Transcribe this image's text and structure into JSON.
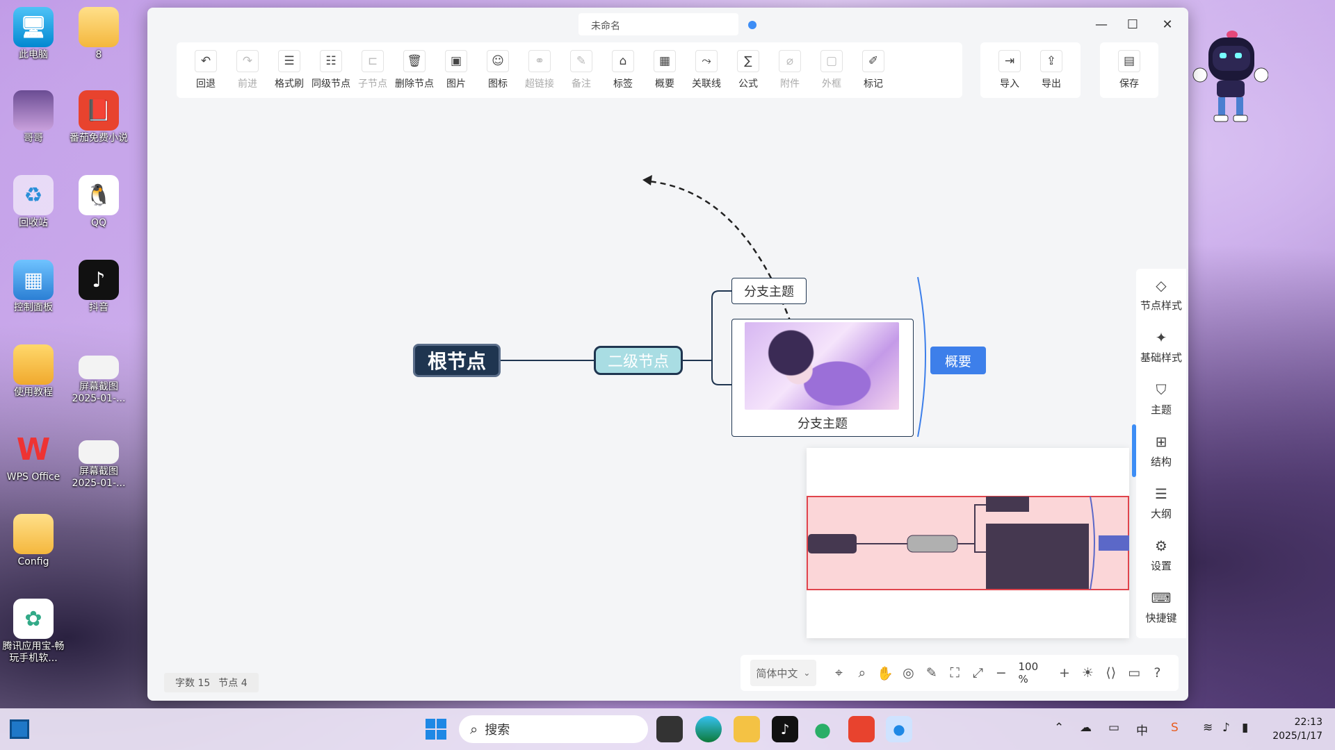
{
  "desktop": {
    "icons": [
      {
        "label": "此电脑"
      },
      {
        "label": "8"
      },
      {
        "label": "哥哥"
      },
      {
        "label": "番茄免费小说"
      },
      {
        "label": "回收站"
      },
      {
        "label": "QQ"
      },
      {
        "label": "控制面板"
      },
      {
        "label": "抖音"
      },
      {
        "label": "使用教程"
      },
      {
        "label": "屏幕截图 2025-01-..."
      },
      {
        "label": "WPS Office"
      },
      {
        "label": "屏幕截图 2025-01-..."
      },
      {
        "label": "Config"
      },
      {
        "label": "腾讯应用宝-畅玩手机软..."
      }
    ]
  },
  "window": {
    "title": "未命名",
    "controls": {
      "minimize": "—",
      "maximize": "☐",
      "close": "✕"
    }
  },
  "toolbar": {
    "edit": [
      {
        "label": "回退",
        "icon": "undo-icon",
        "glyph": "↶",
        "disabled": false
      },
      {
        "label": "前进",
        "icon": "redo-icon",
        "glyph": "↷",
        "disabled": true
      },
      {
        "label": "格式刷",
        "icon": "format-painter-icon",
        "glyph": "☰",
        "disabled": false
      },
      {
        "label": "同级节点",
        "icon": "sibling-node-icon",
        "glyph": "☷",
        "disabled": false
      },
      {
        "label": "子节点",
        "icon": "child-node-icon",
        "glyph": "⊏",
        "disabled": true
      },
      {
        "label": "删除节点",
        "icon": "delete-icon",
        "glyph": "🗑",
        "disabled": false
      },
      {
        "label": "图片",
        "icon": "image-icon",
        "glyph": "▣",
        "disabled": false
      },
      {
        "label": "图标",
        "icon": "emoji-icon",
        "glyph": "☺",
        "disabled": false
      },
      {
        "label": "超链接",
        "icon": "link-icon",
        "glyph": "⚭",
        "disabled": true
      },
      {
        "label": "备注",
        "icon": "note-icon",
        "glyph": "✎",
        "disabled": true
      },
      {
        "label": "标签",
        "icon": "tag-icon",
        "glyph": "⌂",
        "disabled": false
      },
      {
        "label": "概要",
        "icon": "summary-icon",
        "glyph": "▦",
        "disabled": false
      },
      {
        "label": "关联线",
        "icon": "association-line-icon",
        "glyph": "⤳",
        "disabled": false
      },
      {
        "label": "公式",
        "icon": "formula-icon",
        "glyph": "∑",
        "disabled": false
      },
      {
        "label": "附件",
        "icon": "attachment-icon",
        "glyph": "⌀",
        "disabled": true
      },
      {
        "label": "外框",
        "icon": "outer-frame-icon",
        "glyph": "▢",
        "disabled": true
      },
      {
        "label": "标记",
        "icon": "mark-icon",
        "glyph": "✐",
        "disabled": false
      }
    ],
    "io": [
      {
        "label": "导入",
        "icon": "import-icon",
        "glyph": "⇥"
      },
      {
        "label": "导出",
        "icon": "export-icon",
        "glyph": "⇪"
      }
    ],
    "save": {
      "label": "保存",
      "icon": "save-icon",
      "glyph": "▤"
    }
  },
  "mindmap": {
    "root": "根节点",
    "second": "二级节点",
    "branch1": "分支主题",
    "branch2": "分支主题",
    "summary": "概要"
  },
  "sidepanel": [
    {
      "label": "节点样式",
      "icon": "node-style-icon",
      "glyph": "◇"
    },
    {
      "label": "基础样式",
      "icon": "magic-wand-icon",
      "glyph": "✦"
    },
    {
      "label": "主题",
      "icon": "theme-shirt-icon",
      "glyph": "⛉"
    },
    {
      "label": "结构",
      "icon": "structure-icon",
      "glyph": "⊞"
    },
    {
      "label": "大纲",
      "icon": "outline-icon",
      "glyph": "☰"
    },
    {
      "label": "设置",
      "icon": "settings-icon",
      "glyph": "⚙"
    },
    {
      "label": "快捷键",
      "icon": "keyboard-icon",
      "glyph": "⌨"
    }
  ],
  "status": {
    "word_count": "字数 15",
    "node_count": "节点 4"
  },
  "bottom_bar": {
    "language": "简体中文",
    "zoom": "100",
    "zoom_unit": "%",
    "minus": "−",
    "plus": "+"
  },
  "taskbar": {
    "search_placeholder": "搜索",
    "time": "22:13",
    "date": "2025/1/17"
  }
}
